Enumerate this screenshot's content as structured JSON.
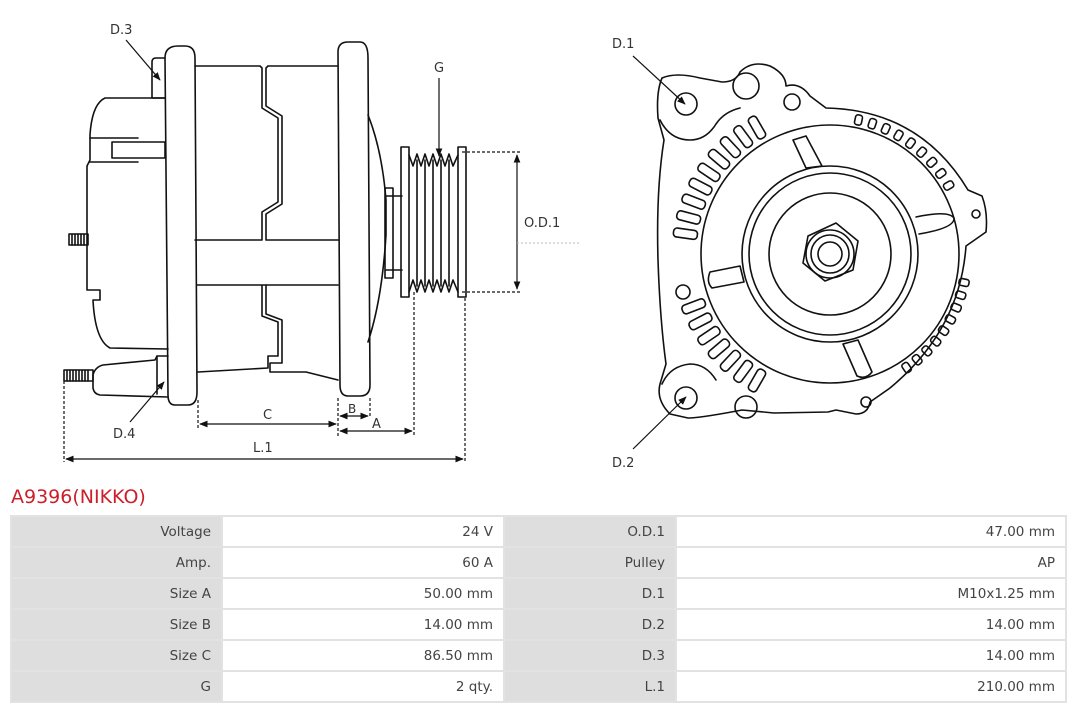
{
  "product": {
    "title": "A9396(NIKKO)",
    "title_color": "#cc1f2a"
  },
  "drawing": {
    "side_view_labels": {
      "d3": "D.3",
      "d4": "D.4",
      "g": "G",
      "od1": "O.D.1",
      "c": "C",
      "b": "B",
      "a": "A",
      "l1": "L.1"
    },
    "front_view_labels": {
      "d1": "D.1",
      "d2": "D.2"
    }
  },
  "specs": {
    "rows": [
      {
        "k1": "Voltage",
        "v1": "24 V",
        "k2": "O.D.1",
        "v2": "47.00 mm"
      },
      {
        "k1": "Amp.",
        "v1": "60 A",
        "k2": "Pulley",
        "v2": "AP"
      },
      {
        "k1": "Size A",
        "v1": "50.00 mm",
        "k2": "D.1",
        "v2": "M10x1.25 mm"
      },
      {
        "k1": "Size B",
        "v1": "14.00 mm",
        "k2": "D.2",
        "v2": "14.00 mm"
      },
      {
        "k1": "Size C",
        "v1": "86.50 mm",
        "k2": "D.3",
        "v2": "14.00 mm"
      },
      {
        "k1": "G",
        "v1": "2 qty.",
        "k2": "L.1",
        "v2": "210.00 mm"
      }
    ]
  }
}
